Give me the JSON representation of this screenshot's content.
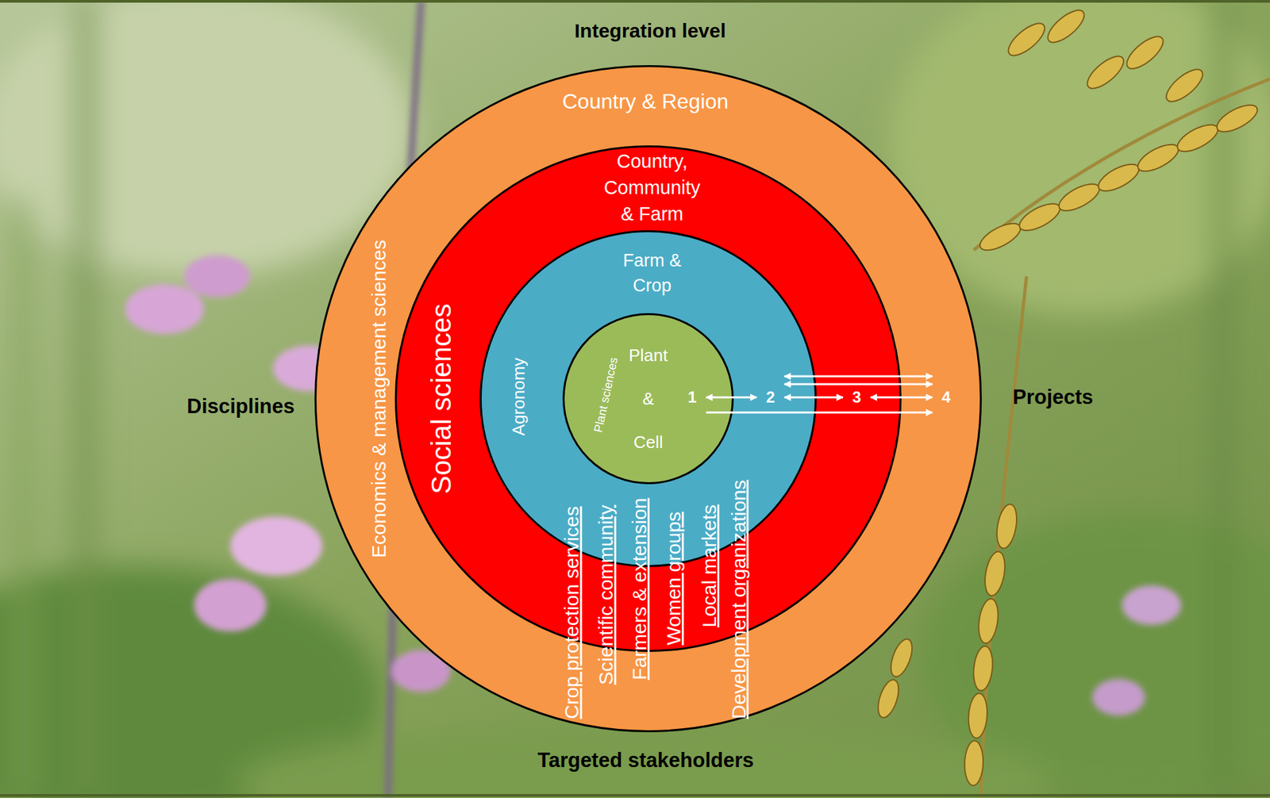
{
  "diagram": {
    "nodes": [
      {
        "text": [
          "Country & Region",
          "Economics & management sciences"
        ]
      },
      {
        "text": [
          "Country, Community & Farm",
          "Social sciences"
        ],
        "in": 0
      },
      {
        "text": [
          "Farm & Crop",
          "Agronomy"
        ],
        "in": 1
      },
      {
        "text": [
          "Plant & Cell",
          "Plant sciences"
        ],
        "in": 2
      },
      {
        "text": [
          "1"
        ],
        "in": 3
      },
      {
        "text": [
          "2"
        ],
        "in": 2
      },
      {
        "text": [
          "3"
        ],
        "in": 1
      },
      {
        "text": [
          "4"
        ],
        "in": 0
      }
    ],
    "edges": [
      {
        "from": 4,
        "to": 5,
        "arrow": "both"
      },
      {
        "from": 5,
        "to": 6,
        "arrow": "both"
      },
      {
        "from": 6,
        "to": 7,
        "arrow": "both"
      },
      {
        "from": 5,
        "to": 7,
        "arrow": "both"
      },
      {
        "from": 5,
        "to": 7,
        "arrow": "both"
      },
      {
        "from": 4,
        "to": 7,
        "arrow": "to"
      }
    ],
    "labels": [
      "Integration level",
      "Disciplines",
      "Projects",
      "Targeted stakeholders",
      "Crop protection services",
      "Scientific community",
      "Farmers & extension",
      "Women groups",
      "Local markets",
      "Development organizations"
    ]
  }
}
